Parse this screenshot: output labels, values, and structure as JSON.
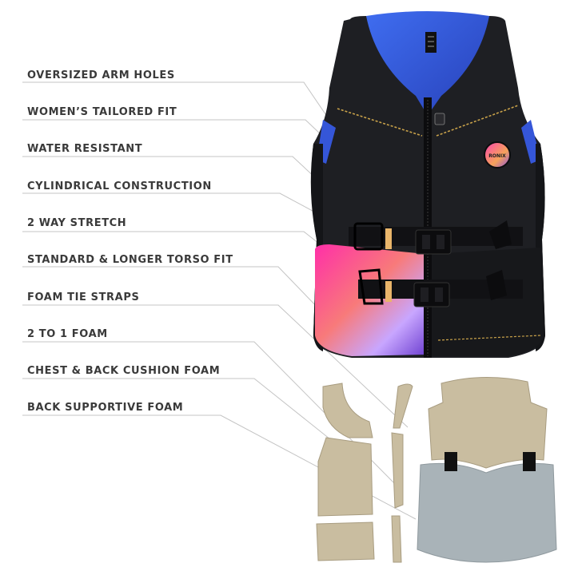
{
  "features": [
    {
      "label": "OVERSIZED ARM HOLES"
    },
    {
      "label": "WOMEN’S TAILORED FIT"
    },
    {
      "label": "WATER RESISTANT"
    },
    {
      "label": "CYLINDRICAL CONSTRUCTION"
    },
    {
      "label": "2 WAY STRETCH"
    },
    {
      "label": "STANDARD & LONGER TORSO FIT"
    },
    {
      "label": "FOAM TIE STRAPS"
    },
    {
      "label": "2 TO 1 FOAM"
    },
    {
      "label": "CHEST & BACK CUSHION FOAM"
    },
    {
      "label": "BACK SUPPORTIVE FOAM"
    }
  ],
  "vest": {
    "brand_logo": "RONIX",
    "brand_icon": "ronix-r-icon",
    "colors": {
      "shell": "#1d1e22",
      "liner": "#2e5bd8",
      "zipper_trim": "#c9a24a",
      "accent_tab": "#e9b56a",
      "gradient": [
        "#ff3fb0",
        "#f26a8c",
        "#c7a0ff",
        "#7a4bd8"
      ]
    }
  },
  "foam": {
    "colors": {
      "tan": "#c9bda0",
      "grey": "#a9b3b8",
      "black_tab": "#111111"
    }
  }
}
